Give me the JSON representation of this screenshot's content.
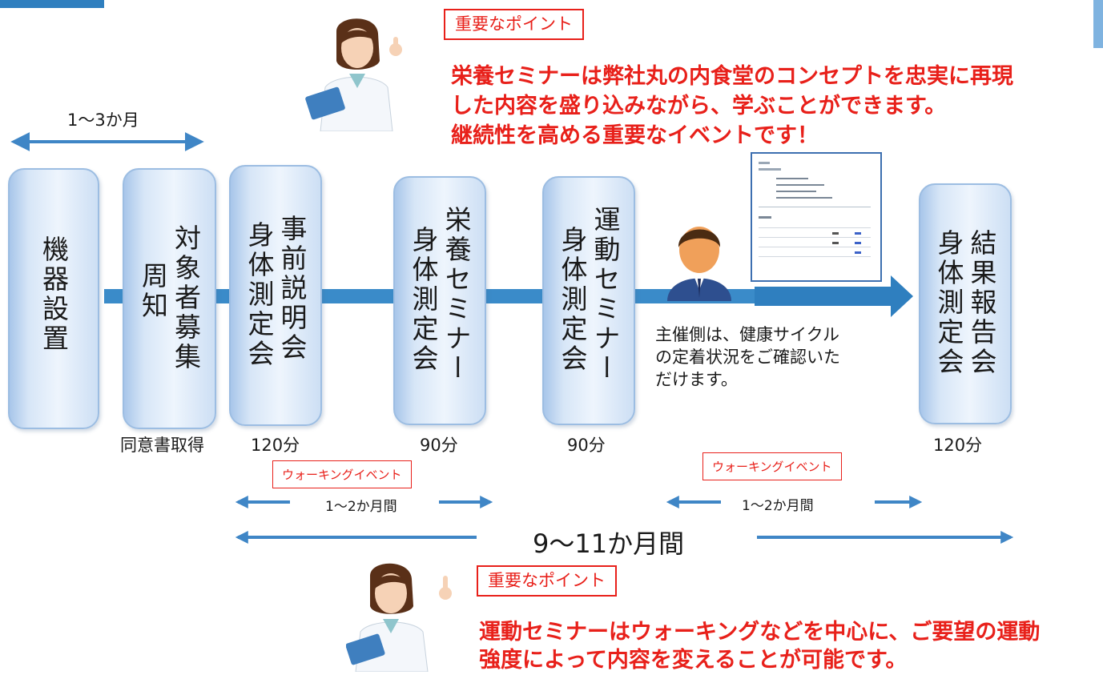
{
  "top_point": {
    "badge": "重要なポイント",
    "lines": [
      "栄養セミナーは弊社丸の内食堂のコンセプトを忠実に再現",
      "した内容を盛り込みながら、学ぶことができます。",
      "継続性を高める重要なイベントです！"
    ]
  },
  "span_top": "1～3か月",
  "steps": [
    {
      "id": "equipment",
      "columns": [
        "機器設置"
      ]
    },
    {
      "id": "recruit",
      "columns": [
        "対象者募集",
        "周知"
      ],
      "note": "同意書取得"
    },
    {
      "id": "briefing",
      "columns": [
        "事前説明会",
        "身体測定会"
      ],
      "note": "120分"
    },
    {
      "id": "nutrition",
      "columns": [
        "栄養セミナー",
        "身体測定会"
      ],
      "note": "90分"
    },
    {
      "id": "exercise",
      "columns": [
        "運動セミナー",
        "身体測定会"
      ],
      "note": "90分"
    },
    {
      "id": "report",
      "columns": [
        "結果報告会",
        "身体測定会"
      ],
      "note": "120分"
    }
  ],
  "organizer_text": [
    "主催側は、健康サイクル",
    "の定着状況をご確認いた",
    "だけます。"
  ],
  "walking": [
    {
      "label": "ウォーキングイベント",
      "span": "1～2か月間"
    },
    {
      "label": "ウォーキングイベント",
      "span": "1～2か月間"
    }
  ],
  "total_span": "9～11か月間",
  "bottom_point": {
    "badge": "重要なポイント",
    "lines": [
      "運動セミナーはウォーキングなどを中心に、ご要望の運動",
      "強度によって内容を変えることが可能です。"
    ]
  },
  "colors": {
    "accent_red": "#e8201a",
    "arrow_blue": "#3f86c6",
    "box_blue": "#cddff4"
  },
  "icons": [
    "nurse-illustration",
    "person-icon",
    "report-document-icon",
    "double-arrow-icon"
  ]
}
